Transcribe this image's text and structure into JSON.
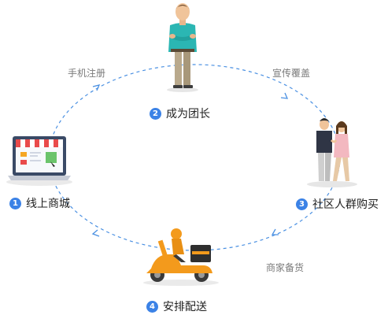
{
  "steps": [
    {
      "num": "1",
      "label": "线上商城"
    },
    {
      "num": "2",
      "label": "成为团长"
    },
    {
      "num": "3",
      "label": "社区人群购买"
    },
    {
      "num": "4",
      "label": "安排配送"
    }
  ],
  "edges": {
    "register": "手机注册",
    "promote": "宣传覆盖",
    "stock": "商家备货"
  },
  "colors": {
    "accent": "#3b82e6",
    "dashed_loop": "#4a90e2",
    "scooter": "#f39a1c"
  },
  "icons": [
    "laptop-shop-icon",
    "man-figure-icon",
    "couple-figure-icon",
    "delivery-scooter-icon"
  ]
}
